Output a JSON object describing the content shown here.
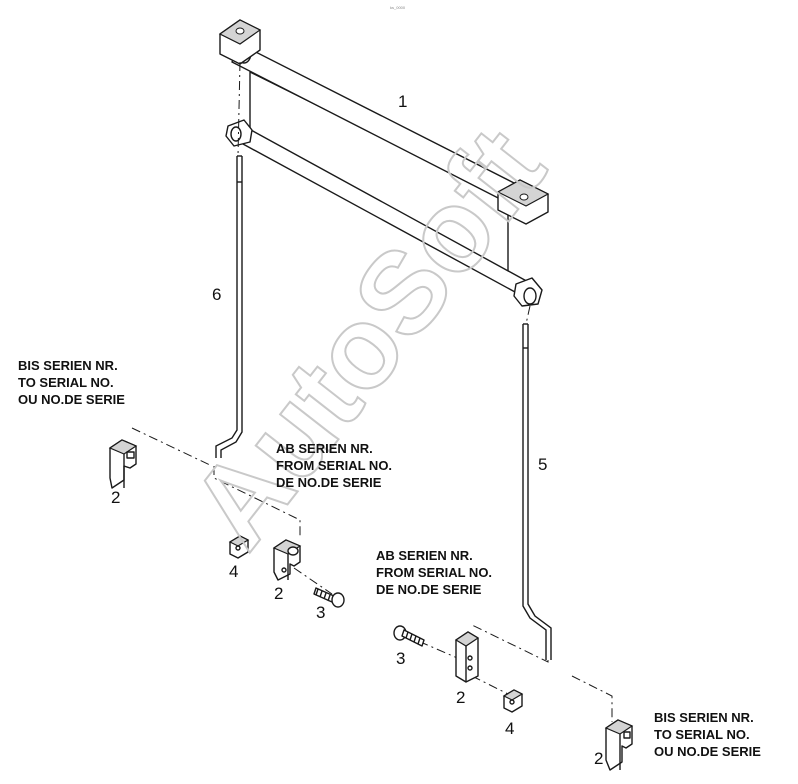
{
  "diagram": {
    "watermark": "AutoSoft",
    "corner_mark": "ks_0000",
    "callouts": {
      "p1": "1",
      "p6": "6",
      "p5": "5",
      "p2_left": "2",
      "p4_left": "4",
      "p2_center": "2",
      "p3_center": "3",
      "p3_right": "3",
      "p2_right": "2",
      "p4_right": "4",
      "p2_far_right": "2"
    },
    "notes": {
      "to_serial_left": [
        "BIS SERIEN NR.",
        "TO SERIAL NO.",
        "OU NO.DE SERIE"
      ],
      "from_serial_center": [
        "AB SERIEN NR.",
        "FROM SERIAL NO.",
        "DE NO.DE SERIE"
      ],
      "from_serial_right": [
        "AB SERIEN NR.",
        "FROM SERIAL NO.",
        "DE NO.DE SERIE"
      ],
      "to_serial_right": [
        "BIS SERIEN NR.",
        "TO SERIAL NO.",
        "OU NO.DE SERIE"
      ]
    }
  }
}
